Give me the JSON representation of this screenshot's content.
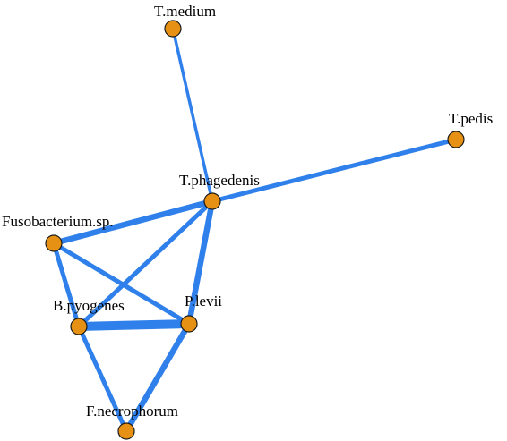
{
  "colors": {
    "edge": "#2f80ea",
    "node_fill": "#e69114",
    "node_stroke": "#1a1a1a",
    "background": "#ffffff"
  },
  "nodes": [
    {
      "id": "tmedium",
      "label": "T.medium"
    },
    {
      "id": "tpedis",
      "label": "T.pedis"
    },
    {
      "id": "tphagedenis",
      "label": "T.phagedenis"
    },
    {
      "id": "fusobacterium",
      "label": "Fusobacterium.sp."
    },
    {
      "id": "bpyogenes",
      "label": "B.pyogenes"
    },
    {
      "id": "plevii",
      "label": "P.levii"
    },
    {
      "id": "fnecrophorum",
      "label": "F.necrophorum"
    }
  ],
  "edges": [
    {
      "source": "tmedium",
      "target": "tphagedenis",
      "strength": "thin"
    },
    {
      "source": "tpedis",
      "target": "tphagedenis",
      "strength": "medium"
    },
    {
      "source": "tphagedenis",
      "target": "fusobacterium",
      "strength": "thick"
    },
    {
      "source": "tphagedenis",
      "target": "bpyogenes",
      "strength": "medium"
    },
    {
      "source": "tphagedenis",
      "target": "plevii",
      "strength": "thick"
    },
    {
      "source": "fusobacterium",
      "target": "bpyogenes",
      "strength": "medium"
    },
    {
      "source": "fusobacterium",
      "target": "plevii",
      "strength": "medium"
    },
    {
      "source": "bpyogenes",
      "target": "plevii",
      "strength": "very-thick"
    },
    {
      "source": "bpyogenes",
      "target": "fnecrophorum",
      "strength": "medium"
    },
    {
      "source": "plevii",
      "target": "fnecrophorum",
      "strength": "thick"
    }
  ]
}
